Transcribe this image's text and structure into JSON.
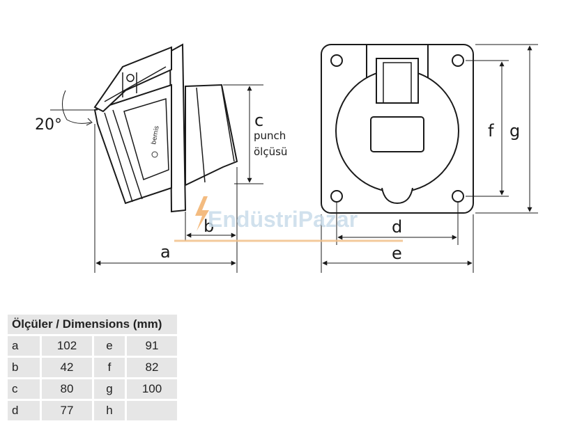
{
  "side_view": {
    "angle_label": "20°",
    "dim_a": "a",
    "dim_b": "b",
    "dim_c": "c",
    "dim_c_note_1": "punch",
    "dim_c_note_2": "ölçüsü",
    "brand": "bemis"
  },
  "front_view": {
    "dim_d": "d",
    "dim_e": "e",
    "dim_f": "f",
    "dim_g": "g"
  },
  "watermark": "EndüstriPazar",
  "table": {
    "header": "Ölçüler / Dimensions (mm)",
    "rows": [
      {
        "k1": "a",
        "v1": "102",
        "k2": "e",
        "v2": "91"
      },
      {
        "k1": "b",
        "v1": "42",
        "k2": "f",
        "v2": "82"
      },
      {
        "k1": "c",
        "v1": "80",
        "k2": "g",
        "v2": "100"
      },
      {
        "k1": "d",
        "v1": "77",
        "k2": "h",
        "v2": ""
      }
    ]
  }
}
